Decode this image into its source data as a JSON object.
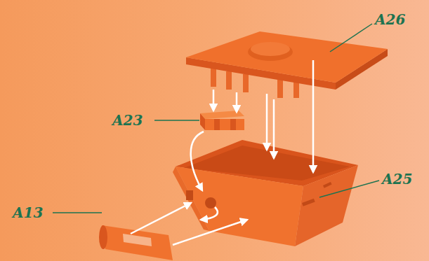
{
  "diagram": {
    "labels": [
      "A26",
      "A23",
      "A25",
      "A13"
    ]
  }
}
